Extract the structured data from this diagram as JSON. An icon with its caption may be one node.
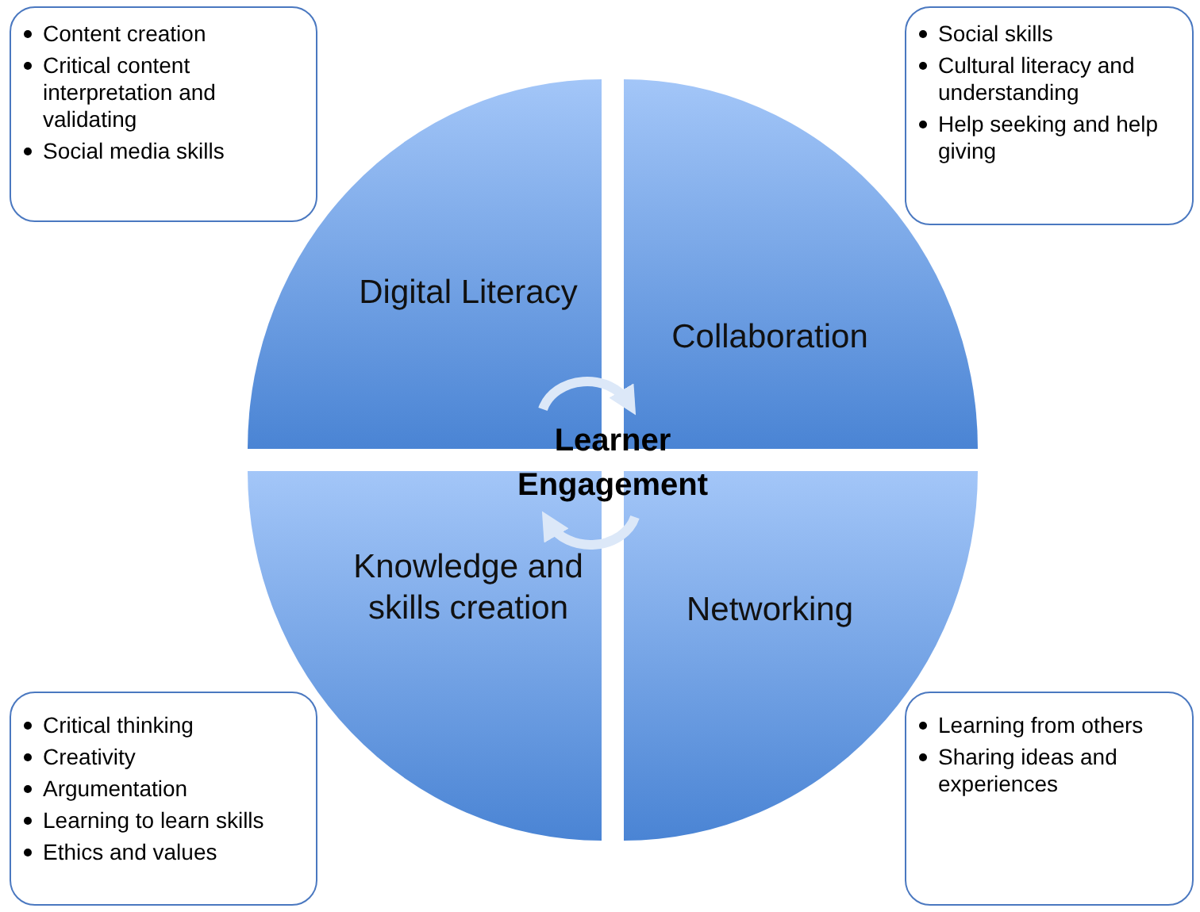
{
  "diagram": {
    "nodes": [
      {
        "text": [
          "Digital Literacy"
        ]
      },
      {
        "text": [
          "Collaboration"
        ]
      },
      {
        "text": [
          "Knowledge and skills creation"
        ]
      },
      {
        "text": [
          "Networking"
        ]
      },
      {
        "text": [
          "Learner Engagement"
        ]
      },
      {
        "text": [
          "Content creation",
          "Critical content interpretation and validating",
          "Social media skills"
        ]
      },
      {
        "text": [
          "Social skills",
          "Cultural literacy and understanding",
          "Help seeking and help giving"
        ]
      },
      {
        "text": [
          "Critical thinking",
          "Creativity",
          "Argumentation",
          "Learning to learn skills",
          "Ethics and values"
        ]
      },
      {
        "text": [
          "Learning from others",
          "Sharing ideas and experiences"
        ]
      }
    ]
  }
}
